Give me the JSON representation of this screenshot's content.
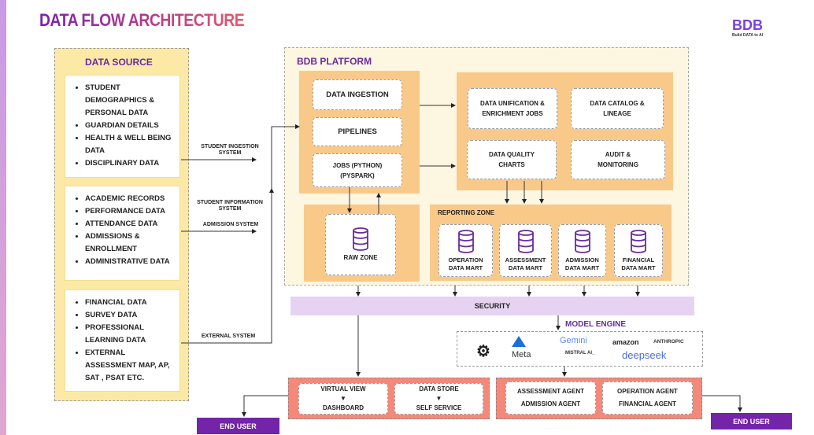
{
  "title": "DATA FLOW ARCHITECTURE",
  "logo": {
    "text": "BDB",
    "tagline": "Build DATA to AI"
  },
  "data_source": {
    "title": "DATA SOURCE",
    "groups": [
      [
        "STUDENT DEMOGRAPHICS & PERSONAL DATA",
        "GUARDIAN DETAILS",
        "HEALTH & WELL BEING DATA",
        "DISCIPLINARY DATA"
      ],
      [
        "ACADEMIC  RECORDS",
        "PERFORMANCE DATA",
        "ATTENDANCE DATA",
        "ADMISSIONS & ENROLLMENT",
        "ADMINISTRATIVE DATA"
      ],
      [
        "FINANCIAL DATA",
        "SURVEY DATA",
        "PROFESSIONAL LEARNING DATA",
        "EXTERNAL ASSESSMENT MAP, AP, SAT , PSAT ETC."
      ]
    ]
  },
  "connectors": {
    "c1": "STUDENT INGESTION SYSTEM",
    "c2": "STUDENT INFORMATION SYSTEM",
    "c3": "ADMISSION SYSTEM",
    "c4": "EXTERNAL SYSTEM"
  },
  "platform": {
    "title": "BDB PLATFORM",
    "ingestion": "DATA INGESTION",
    "pipelines": "PIPELINES",
    "jobs": "JOBS (PYTHON) (PYSPARK)",
    "unification": "DATA UNIFICATION & ENRICHMENT JOBS",
    "catalog": "DATA  CATALOG & LINEAGE",
    "quality": "DATA QUALITY CHARTS",
    "audit": "AUDIT & MONITORING",
    "raw_zone": "RAW ZONE",
    "reporting_zone": "REPORTING ZONE",
    "marts": [
      "OPERATION DATA MART",
      "ASSESSMENT DATA MART",
      "ADMISSION DATA MART",
      "FINANCIAL DATA MART"
    ]
  },
  "security": "SECURITY",
  "model_engine": {
    "title": "MODEL ENGINE",
    "logos": [
      "OpenAI",
      "Azure",
      "Meta",
      "Gemini",
      "MISTRAL AI_",
      "amazon",
      "ANTHROPIC",
      "deepseek"
    ]
  },
  "consumption": {
    "virtual_view": "VIRTUAL VIEW",
    "dashboard": "DASHBOARD",
    "data_store": "DATA STORE",
    "self_service": "SELF SERVICE"
  },
  "agents": {
    "assessment": "ASSESSMENT AGENT",
    "admission": "ADMISSION AGENT",
    "operation": "OPERATION AGENT",
    "financial": "FINANCIAL AGENT"
  },
  "end_user": "END USER"
}
